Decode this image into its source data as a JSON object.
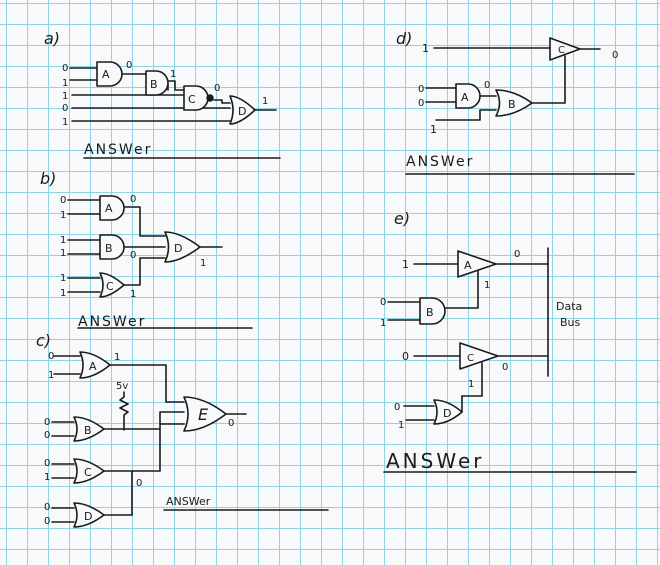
{
  "sections": {
    "a": {
      "letter": "a)",
      "inputs": [
        "0",
        "1",
        "1",
        "0",
        "1"
      ],
      "gates": [
        "A",
        "B",
        "C",
        "D"
      ],
      "outputs": [
        "0",
        "1",
        "0",
        "1"
      ],
      "answer": "ANSWer"
    },
    "b": {
      "letter": "b)",
      "inputs": [
        "0",
        "1",
        "1",
        "1",
        "1",
        "1"
      ],
      "gates": [
        "A",
        "B",
        "C",
        "D"
      ],
      "outputs": [
        "0",
        "0",
        "1",
        "1"
      ],
      "answer": "ANSWer"
    },
    "c": {
      "letter": "c)",
      "inputs": [
        "0",
        "1",
        "0",
        "0",
        "0",
        "1",
        "0",
        "0"
      ],
      "gates": [
        "A",
        "B",
        "C",
        "D",
        "E"
      ],
      "outputs": [
        "1",
        "0",
        "0"
      ],
      "supply": "5v",
      "answer": "ANSWer"
    },
    "d": {
      "letter": "d)",
      "inputs": [
        "1",
        "0",
        "0",
        "1"
      ],
      "gates": [
        "C",
        "A",
        "B"
      ],
      "outputs": [
        "0",
        "0"
      ],
      "answer": "ANSWer"
    },
    "e": {
      "letter": "e)",
      "inputs": [
        "1",
        "0",
        "1",
        "0",
        "0",
        "1"
      ],
      "gates": [
        "A",
        "B",
        "C",
        "D"
      ],
      "outputs": [
        "0",
        "1",
        "0",
        "1"
      ],
      "bus_label_1": "Data",
      "bus_label_2": "Bus",
      "answer": "ANSWer"
    }
  }
}
